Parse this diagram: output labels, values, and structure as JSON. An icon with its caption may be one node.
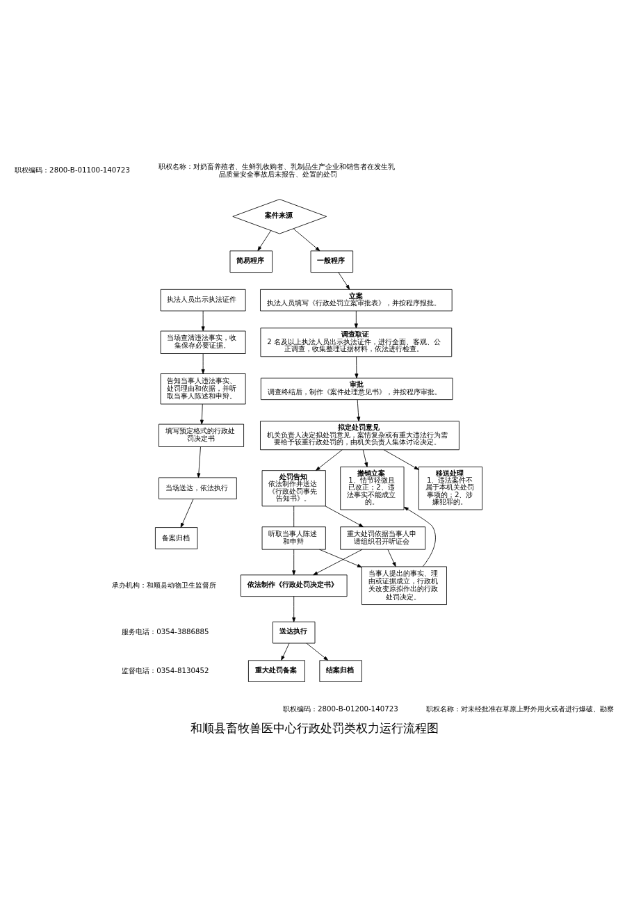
{
  "diagram": {
    "caption": "和顺县畜牧兽医中心行政处罚类权力运行流程图",
    "nodes": [
      {
        "text": [
          "案件来源"
        ]
      },
      {
        "text": [
          "简易程序"
        ]
      },
      {
        "text": [
          "一般程序"
        ]
      },
      {
        "text": [
          "执法人员出示执法证件"
        ]
      },
      {
        "text": [
          "当场查清违法事实，收集保存必要证据。"
        ]
      },
      {
        "text": [
          "告知当事人违法事实、处罚理由和依据，并听取当事人陈述和申辩。"
        ]
      },
      {
        "text": [
          "填写预定格式的行政处罚决定书"
        ]
      },
      {
        "text": [
          "当场送达，依法执行"
        ]
      },
      {
        "text": [
          "备案归档"
        ]
      },
      {
        "text": [
          "立案",
          "执法人员填写《行政处罚立案审批表》，并按程序报批。"
        ]
      },
      {
        "text": [
          "调查取证",
          "2 名及以上执法人员出示执法证件，进行全面、客观、公正调查，收集整理证据材料，依法进行检查。"
        ]
      },
      {
        "text": [
          "审批",
          "调查终结后，制作《案件处理意见书》，并按程序审批。"
        ]
      },
      {
        "text": [
          "拟定处罚意见",
          "机关负责人决定拟处罚意见，案情复杂或有重大违法行为需要给予较重行政处罚的，由机关负责人集体讨论决定。"
        ]
      },
      {
        "text": [
          "撤销立案",
          "1、情节轻微且已改正；2、违法事实不能成立的。"
        ]
      },
      {
        "text": [
          "处罚告知",
          "依法制作并送达《行政处罚事先告知书》。"
        ]
      },
      {
        "text": [
          "移送处理",
          "1、违法案件不属于本机关处罚事项的；2、涉嫌犯罪的。"
        ]
      },
      {
        "text": [
          "听取当事人陈述和申辩"
        ]
      },
      {
        "text": [
          "重大处罚依据当事人申请组织召开听证会"
        ]
      },
      {
        "text": [
          "当事人提出的事实、理由或证据成立，行政机关改变原拟作出的行政处罚决定。"
        ]
      },
      {
        "text": [
          "依法制作《行政处罚决定书》"
        ]
      },
      {
        "text": [
          "送达执行"
        ]
      },
      {
        "text": [
          "结案归档"
        ]
      },
      {
        "text": [
          "重大处罚备案"
        ]
      }
    ],
    "edges": [
      {
        "from": 0,
        "to": 1,
        "arrow": "to"
      },
      {
        "from": 0,
        "to": 2,
        "arrow": "to"
      },
      {
        "from": 3,
        "to": 4,
        "arrow": "to"
      },
      {
        "from": 4,
        "to": 5,
        "arrow": "to"
      },
      {
        "from": 5,
        "to": 6,
        "arrow": "to"
      },
      {
        "from": 6,
        "to": 7,
        "arrow": "to"
      },
      {
        "from": 7,
        "to": 8,
        "arrow": "to"
      },
      {
        "from": 2,
        "to": 9,
        "arrow": "to"
      },
      {
        "from": 9,
        "to": 10,
        "arrow": "to"
      },
      {
        "from": 10,
        "to": 11,
        "arrow": "to"
      },
      {
        "from": 11,
        "to": 12,
        "arrow": "to"
      },
      {
        "from": 12,
        "to": 13,
        "arrow": "to"
      },
      {
        "from": 12,
        "to": 14,
        "arrow": "to"
      },
      {
        "from": 12,
        "to": 15,
        "arrow": "to"
      },
      {
        "from": 14,
        "to": 16,
        "arrow": "none"
      },
      {
        "from": 14,
        "to": 17,
        "arrow": "to"
      },
      {
        "from": 16,
        "to": 19,
        "arrow": "to"
      },
      {
        "from": 17,
        "to": 19,
        "arrow": "to"
      },
      {
        "from": 16,
        "to": 18,
        "arrow": "to"
      },
      {
        "from": 17,
        "to": 18,
        "arrow": "to"
      },
      {
        "from": 18,
        "to": 13,
        "arrow": "to"
      },
      {
        "from": 19,
        "to": 20,
        "arrow": "to"
      },
      {
        "from": 20,
        "to": 21,
        "arrow": "to"
      },
      {
        "from": 20,
        "to": 22,
        "arrow": "to"
      }
    ],
    "labels": [
      "职权编码：2800-B-01100-140723",
      "职权名称：对奶畜养殖者、生鲜乳收购者、乳制品生产企业和销售者在发生乳品质量安全事故后未报告、处置的处罚",
      "承办机构：和顺县动物卫生监督所",
      "服务电话：0354-3886885",
      "监督电话：0354-8130452",
      "职权编码：2800-B-01200-140723",
      "职权名称：对未经批准在草原上野外用火或者进行爆破、勘察"
    ]
  }
}
